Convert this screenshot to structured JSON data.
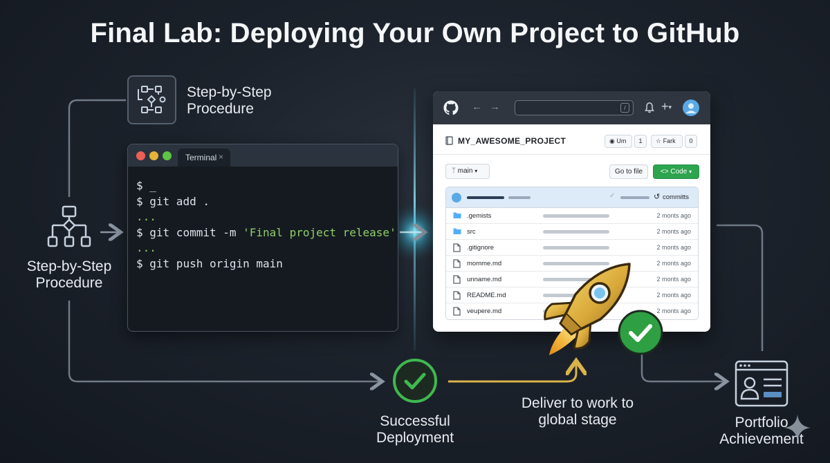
{
  "title": "Final Lab: Deploying Your Own Project to GitHub",
  "colors": {
    "background": "#1c222b",
    "accent_green": "#3fb950",
    "wire": "#7f8a97",
    "gold_arrow": "#d8b44a",
    "glow": "#62d5ff"
  },
  "top_step": {
    "label_line1": "Step-by-Step",
    "label_line2": "Procedure",
    "icon": "process-flow-icon"
  },
  "left_step": {
    "label_line1": "Step-by-Step",
    "label_line2": "Procedure",
    "icon": "flowchart-icon"
  },
  "terminal": {
    "tab_label": "Terminal",
    "close_glyph": "×",
    "lines": [
      {
        "prompt": "$",
        "text": " _"
      },
      {
        "prompt": "$",
        "text": " git add ."
      },
      {
        "prompt": "",
        "text": "..."
      },
      {
        "prompt": "$",
        "text": " git commit -m ",
        "string": "'Final project release'"
      },
      {
        "prompt": "",
        "text": "..."
      },
      {
        "prompt": "$",
        "text": " git push origin main"
      }
    ]
  },
  "github": {
    "repo_name": "MY_AWESOME_PROJECT",
    "slash_key": "/",
    "watch_label": "Um",
    "watch_count": "1",
    "fork_label": "Fark",
    "fork_count": "0",
    "branch": "main",
    "go_to_file": "Go to file",
    "code_label": "Code",
    "commits_label": "committs",
    "files": [
      {
        "name": ".gemists",
        "type": "folder",
        "time": "2 monts ago"
      },
      {
        "name": "src",
        "type": "folder",
        "time": "2 monts ago"
      },
      {
        "name": ".gitignore",
        "type": "file",
        "time": "2 monts ago"
      },
      {
        "name": "momme.md",
        "type": "file",
        "time": "2 monts ago"
      },
      {
        "name": "unname.md",
        "type": "file",
        "time": "2 monts ago"
      },
      {
        "name": "README.md",
        "type": "file",
        "time": "2 monts ago"
      },
      {
        "name": "veupere.md",
        "type": "file",
        "time": "2 monts ago"
      }
    ]
  },
  "success": {
    "label_line1": "Successful",
    "label_line2": "Deployment",
    "icon": "check-circle-icon"
  },
  "deliver": {
    "label_line1": "Deliver to work to",
    "label_line2": "global stage"
  },
  "portfolio": {
    "label_line1": "Portfolio",
    "label_line2": "Achievement",
    "icon": "profile-card-icon"
  }
}
